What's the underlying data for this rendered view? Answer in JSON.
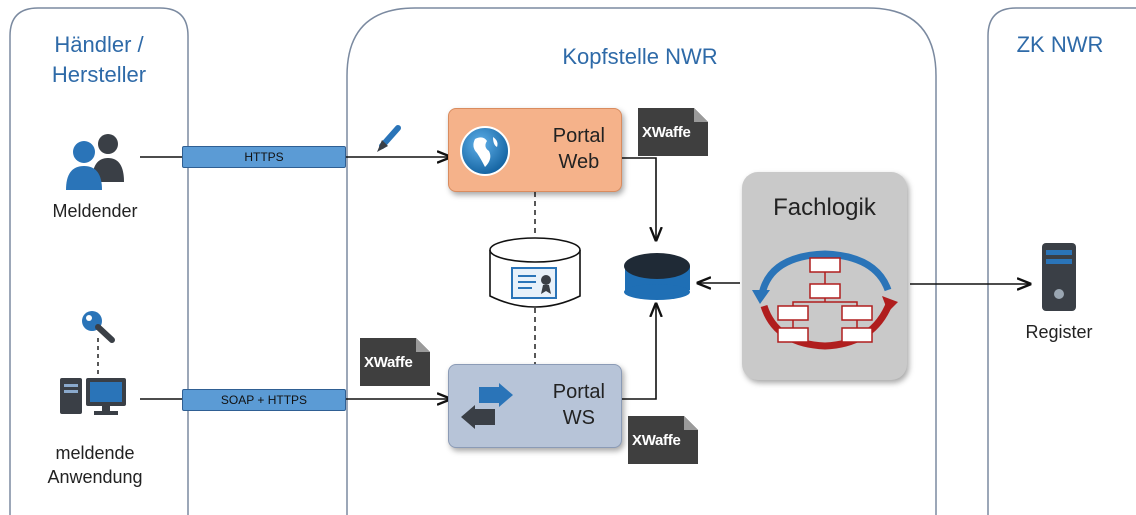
{
  "zones": {
    "left_title_line1": "Händler /",
    "left_title_line2": "Hersteller",
    "center_title": "Kopfstelle NWR",
    "right_title": "ZK NWR"
  },
  "actors": {
    "user_label": "Meldender",
    "app_label_line1": "meldende",
    "app_label_line2": "Anwendung",
    "register_label": "Register"
  },
  "protocols": {
    "top": "HTTPS",
    "bottom": "SOAP + HTTPS"
  },
  "portal_web": {
    "line1": "Portal",
    "line2": "Web"
  },
  "portal_ws": {
    "line1": "Portal",
    "line2": "WS"
  },
  "badge_text": "XWaffe",
  "fachlogik_title": "Fachlogik",
  "colors": {
    "title_blue": "#2e6aa8",
    "portal_web": "#f5b28a",
    "portal_ws": "#b7c4d8",
    "protocol_bar": "#5b9bd5",
    "badge": "#3f3f3f",
    "fachlogik_box": "#c9c9c9"
  }
}
